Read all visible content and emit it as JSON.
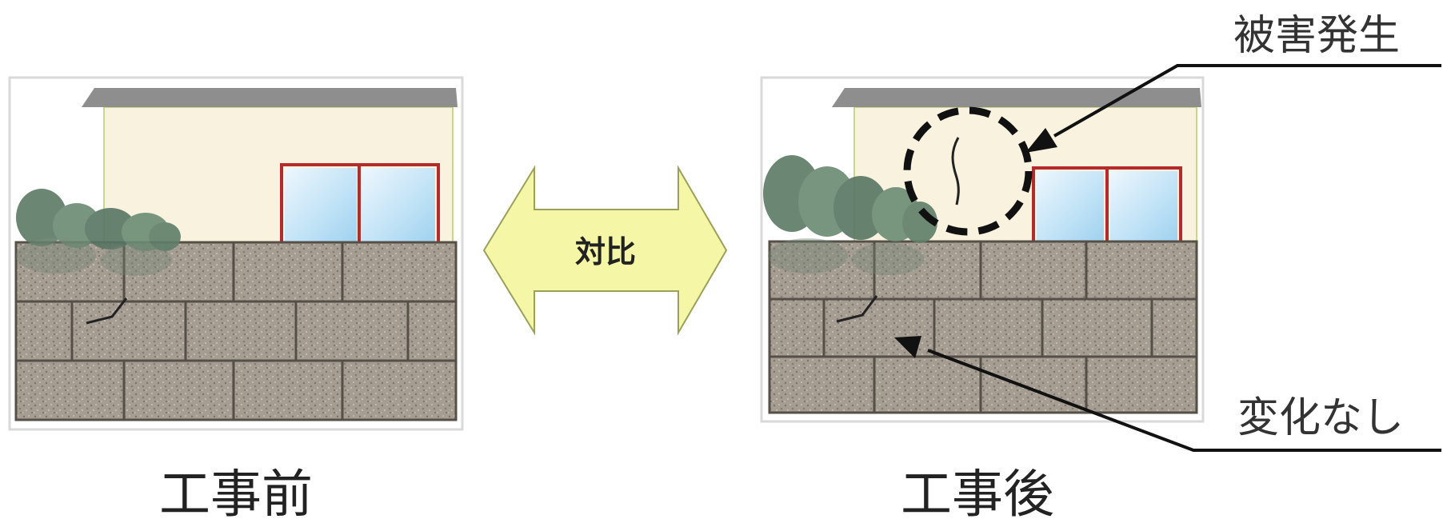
{
  "scenes": {
    "before": {
      "caption": "工事前"
    },
    "after": {
      "caption": "工事後"
    }
  },
  "compare_arrow": {
    "label": "対比"
  },
  "callouts": {
    "damage": "被害発生",
    "no_change": "変化なし"
  },
  "colors": {
    "wall": "#f8f2de",
    "roof": "#8e8e8e",
    "wall_edge": "#c8d88a",
    "stone_fill": "#a59c92",
    "stone_joint": "#555047",
    "window_frame": "#b52a2a",
    "window_glass": "#bfe2f6",
    "bush": "#5d7a66",
    "arrow_fill": "#f6f7a6",
    "arrow_stroke": "#9aa15a"
  }
}
